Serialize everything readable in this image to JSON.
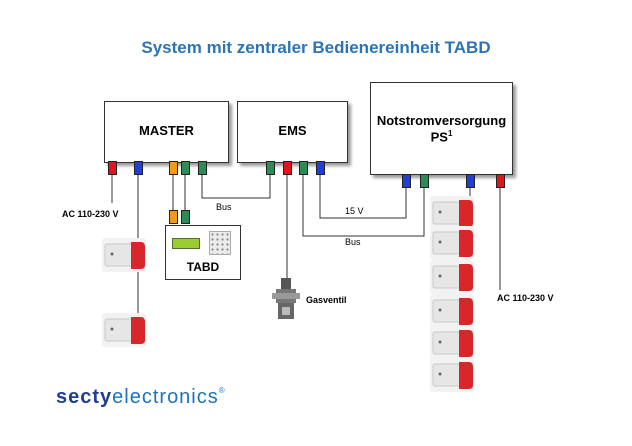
{
  "title": "System mit zentraler Bedienereinheit TABD",
  "boxes": {
    "master": "MASTER",
    "ems": "EMS",
    "notstrom_line1": "Notstromversorgung",
    "notstrom_line2": "PS",
    "notstrom_sup": "1",
    "tabd": "TABD"
  },
  "labels": {
    "ac_left": "AC 110-230 V",
    "ac_right": "AC 110-230 V",
    "bus_top": "Bus",
    "v15": "15 V",
    "bus_bottom": "Bus",
    "gasventil": "Gasventil"
  },
  "brand": {
    "part1": "secty",
    "part2": "electronics",
    "reg": "®"
  },
  "colors": {
    "title": "#2e74b5",
    "red": "#e0141e",
    "blue": "#1f3fd8",
    "green": "#2e8b57",
    "orange": "#f39c12",
    "brand_part1": "#1f3f8f",
    "brand_part2": "#1e73be",
    "lcd": "#9acd32"
  }
}
